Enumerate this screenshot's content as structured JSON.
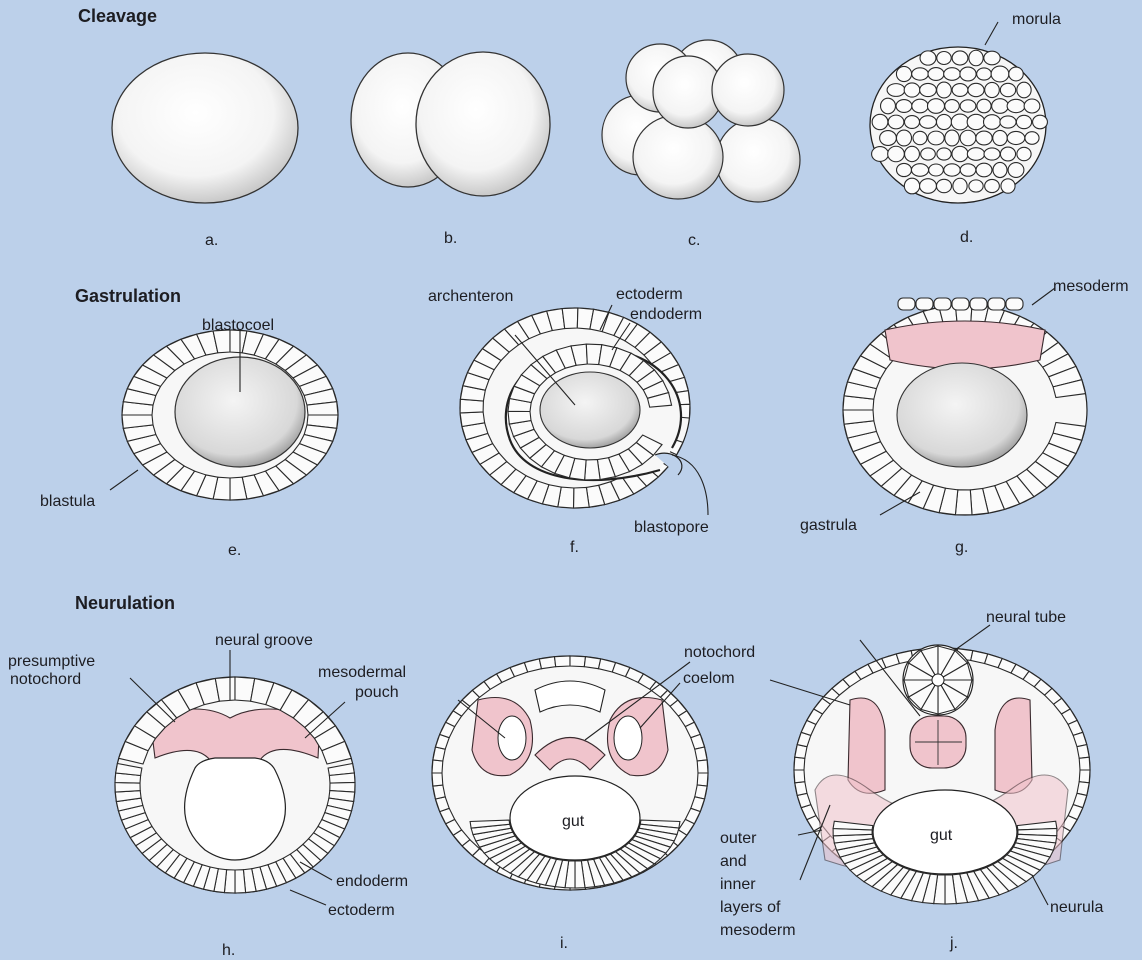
{
  "sections": {
    "cleavage": "Cleavage",
    "gastrulation": "Gastrulation",
    "neurulation": "Neurulation"
  },
  "letters": {
    "a": "a.",
    "b": "b.",
    "c": "c.",
    "d": "d.",
    "e": "e.",
    "f": "f.",
    "g": "g.",
    "h": "h.",
    "i": "i.",
    "j": "j."
  },
  "labels": {
    "morula": "morula",
    "blastocoel": "blastocoel",
    "blastula": "blastula",
    "archenteron": "archenteron",
    "ectoderm_f": "ectoderm",
    "endoderm_f": "endoderm",
    "blastopore": "blastopore",
    "mesoderm_g": "mesoderm",
    "gastrula": "gastrula",
    "neural_groove": "neural groove",
    "presumptive": "presumptive",
    "notochord_h": "notochord",
    "mesodermal": "mesodermal",
    "pouch": "pouch",
    "endoderm_h": "endoderm",
    "ectoderm_h": "ectoderm",
    "notochord_i": "notochord",
    "coelom": "coelom",
    "gut_i": "gut",
    "neural_tube": "neural tube",
    "gut_j": "gut",
    "outer": "outer",
    "and": "and",
    "inner": "inner",
    "layers_of": "layers of",
    "mesoderm_j": "mesoderm",
    "neurula": "neurula"
  },
  "colors": {
    "background": "#bcd0ea",
    "cell": "#fbfbfb",
    "mesoderm_pink": "#f0c4cc"
  }
}
